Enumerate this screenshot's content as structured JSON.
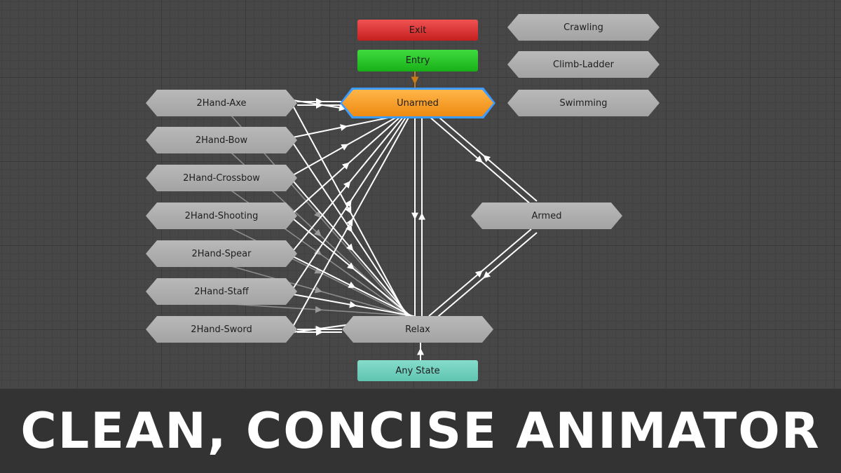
{
  "banner": {
    "title": "CLEAN, CONCISE ANIMATOR"
  },
  "nodes": {
    "exit": "Exit",
    "entry": "Entry",
    "unarmed": "Unarmed",
    "relax": "Relax",
    "any_state": "Any State",
    "armed": "Armed",
    "crawling": "Crawling",
    "climb_ladder": "Climb-Ladder",
    "swimming": "Swimming",
    "left": [
      "2Hand-Axe",
      "2Hand-Bow",
      "2Hand-Crossbow",
      "2Hand-Shooting",
      "2Hand-Spear",
      "2Hand-Staff",
      "2Hand-Sword"
    ]
  },
  "colors": {
    "canvas": "#474747",
    "node": "#adadad",
    "default_state": "#f59a20",
    "selection": "#3d9cff",
    "exit": "#d83232",
    "entry": "#22c422",
    "any_state": "#6ecfbd",
    "transition": "#ffffff"
  }
}
